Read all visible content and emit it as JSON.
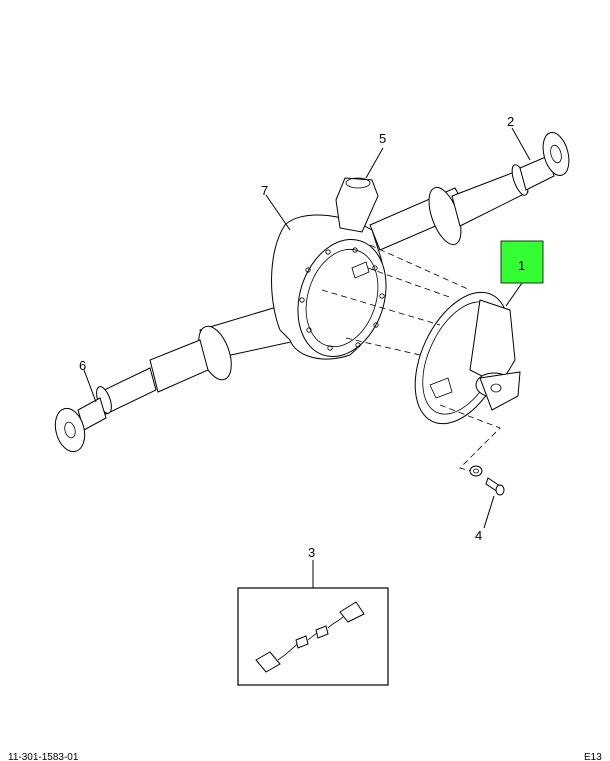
{
  "callouts": {
    "c1": "1",
    "c2": "2",
    "c3": "3",
    "c4": "4",
    "c5": "5",
    "c6": "6",
    "c7": "7"
  },
  "highlight_color": "#33ff33",
  "footer": {
    "left": "11-301-1583-01",
    "right": "E13"
  }
}
